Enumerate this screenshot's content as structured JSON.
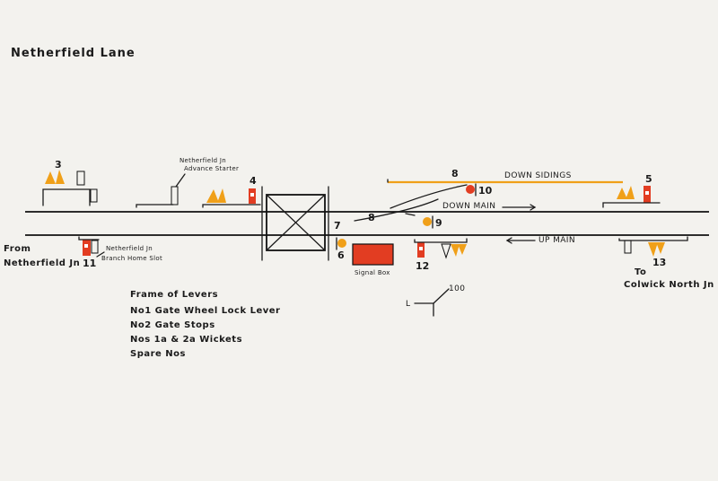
{
  "title": "Netherfield Lane",
  "labels": {
    "from": "From",
    "from_place": "Netherfield Jn",
    "to": "To",
    "to_place": "Colwick North Jn",
    "down_sidings": "DOWN SIDINGS",
    "down_main": "DOWN MAIN",
    "up_main": "UP MAIN",
    "signal_box": "Signal Box",
    "advance_starter_1": "Netherfield Jn",
    "advance_starter_2": "Advance Starter",
    "branch_home_1": "Netherfield Jn",
    "branch_home_2": "Branch Home Slot",
    "compass_l": "L",
    "compass_100": "100"
  },
  "numbers": {
    "s3": "3",
    "s4": "4",
    "s5": "5",
    "s6": "6",
    "s7": "7",
    "s8_top": "8",
    "s8_mid": "8",
    "s9": "9",
    "s10": "10",
    "s11": "11",
    "s12": "12",
    "s13": "13"
  },
  "notes": [
    "Frame of Levers",
    "No1 Gate Wheel Lock Lever",
    "No2 Gate Stops",
    "Nos 1a & 2a Wickets",
    "Spare Nos"
  ],
  "colors": {
    "red": "#e23d22",
    "amber": "#f0a019",
    "ink": "#1b1b1b",
    "paper": "#f3f2ee"
  }
}
